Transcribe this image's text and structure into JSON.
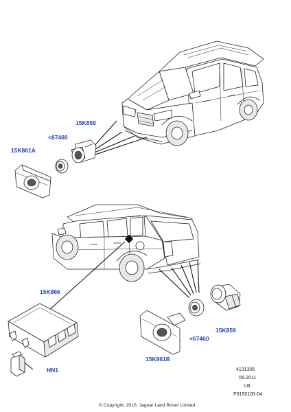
{
  "callouts": {
    "sensor_front": "15K859",
    "grommet_front": "<67460",
    "bezel_front": "15K861A",
    "module": "15K866",
    "connector": "HN1",
    "grommet_rear": "<67460",
    "sensor_rear": "15K859",
    "bezel_rear": "15K861B"
  },
  "meta": {
    "ref_number": "4131305",
    "date": "06-2011",
    "code": "LB",
    "illustration_id": "P0150105-04"
  },
  "copyright": "© Copyright, 2016. Jaguar Land Rover Limited.",
  "colors": {
    "callout": "#1f3fbf",
    "lines": "#222222",
    "background": "#ffffff"
  }
}
